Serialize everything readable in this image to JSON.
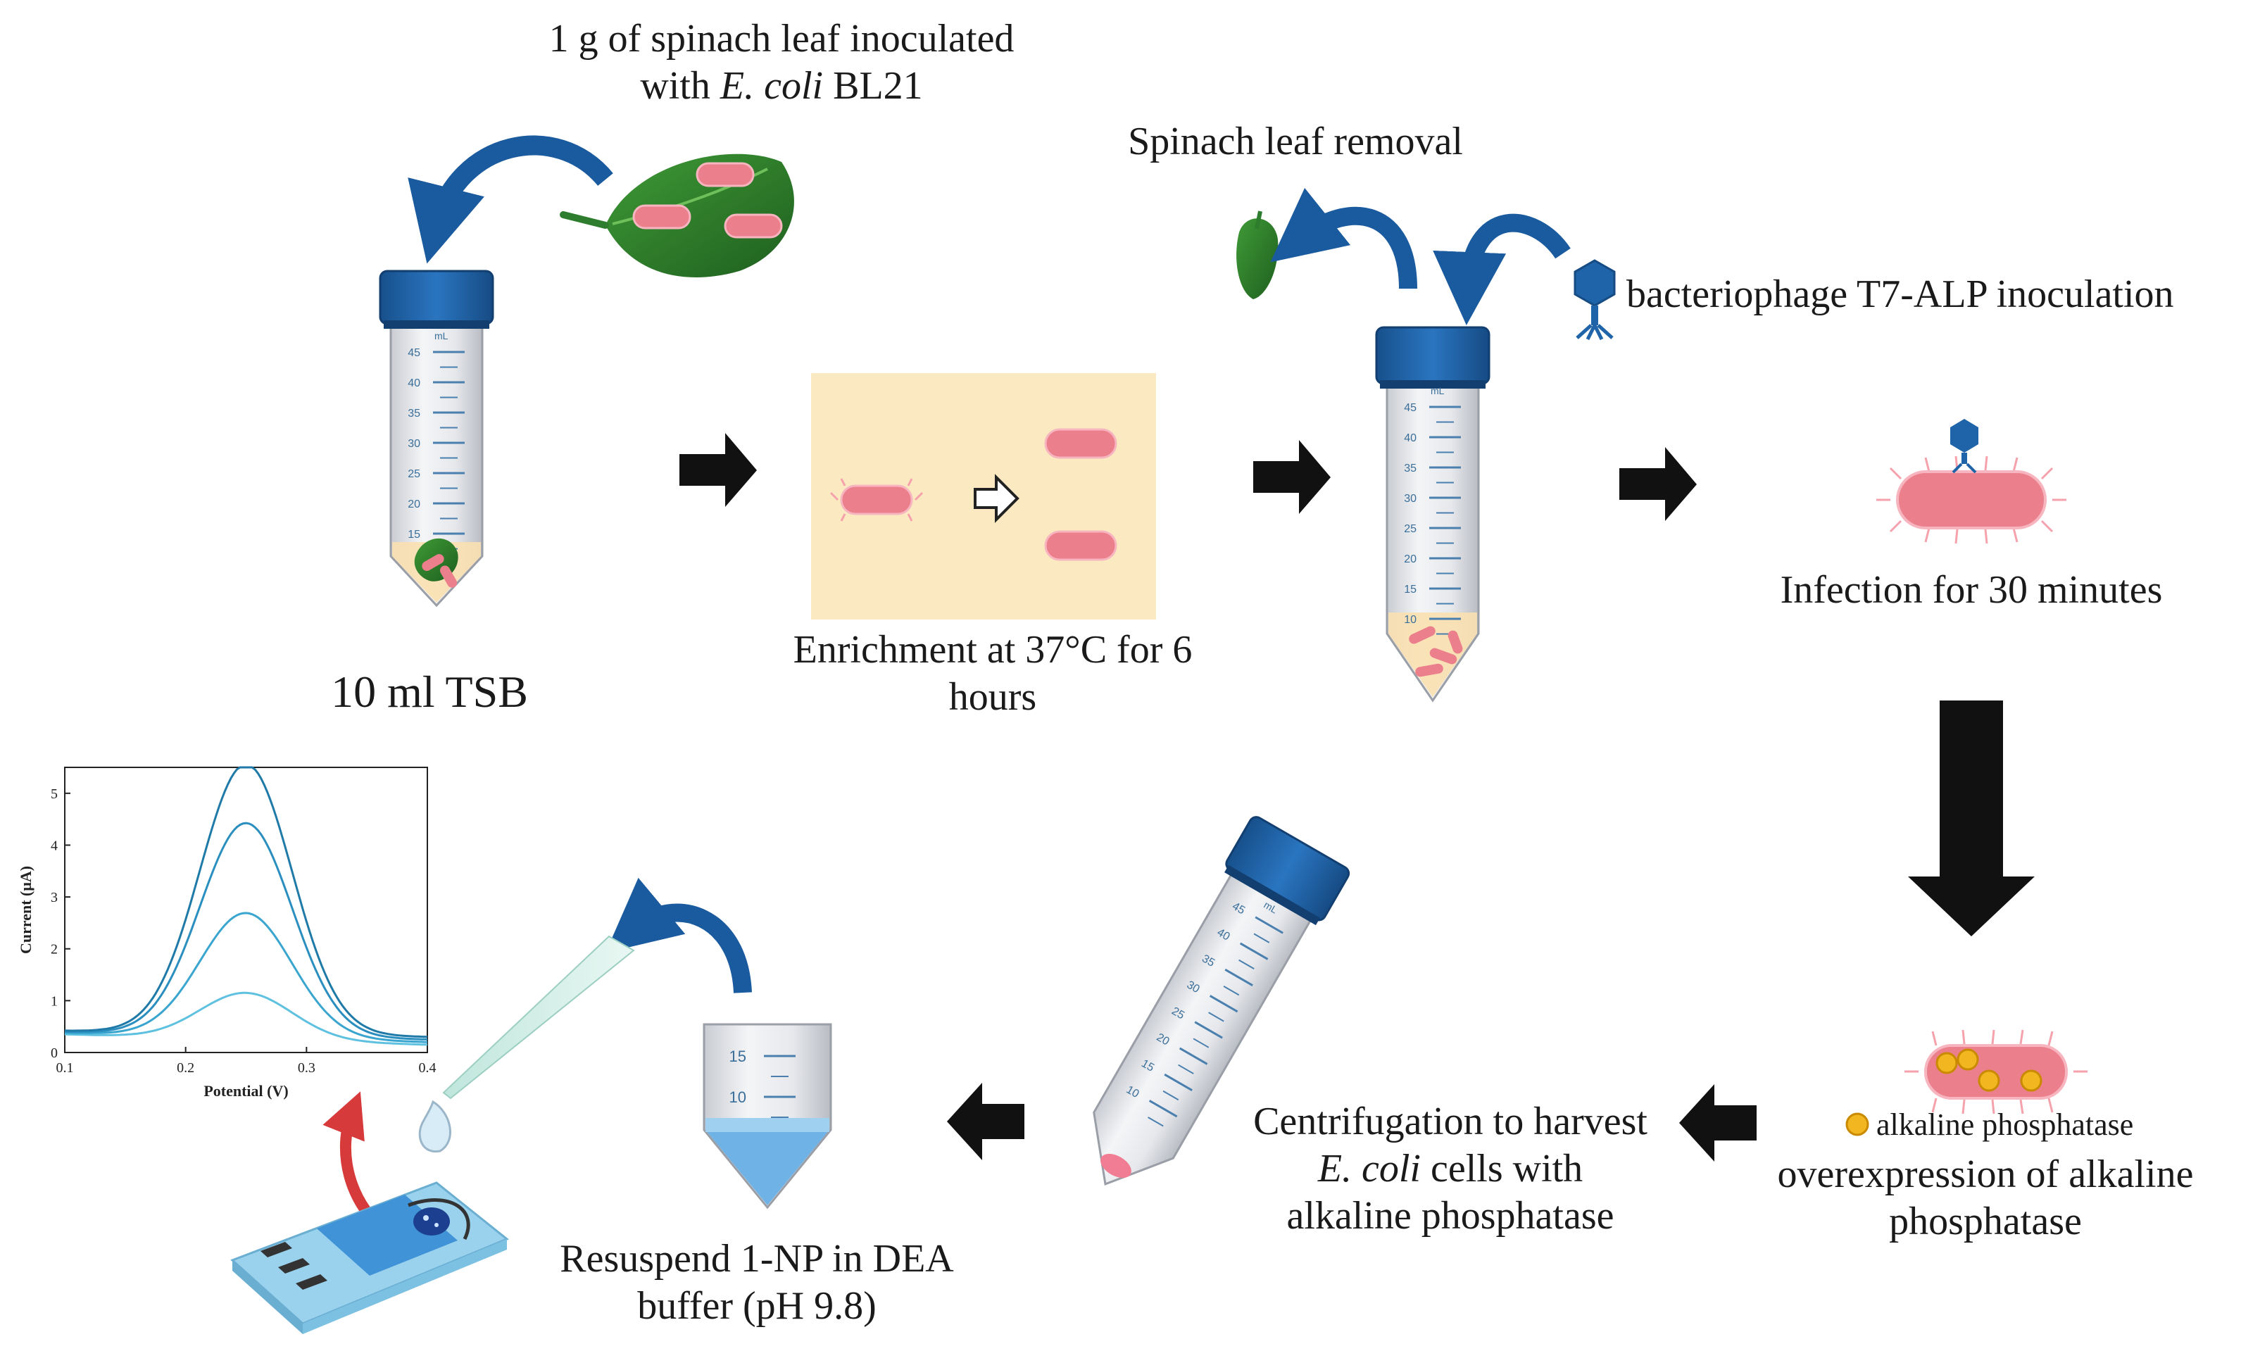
{
  "labels": {
    "inoculated_line1": "1 g of spinach leaf inoculated",
    "inoculated_line2_pre": "with",
    "inoculated_line2_italic": "E. coli",
    "inoculated_line2_post": "BL21",
    "tsb": "10 ml TSB",
    "enrichment_line1": "Enrichment at 37°C for 6",
    "enrichment_line2": "hours",
    "leaf_removal": "Spinach leaf removal",
    "phage_inoculation": "bacteriophage T7-ALP inoculation",
    "infection": "Infection for 30 minutes",
    "alp_legend": "alkaline phosphatase",
    "overexpression_line1": "overexpression of alkaline",
    "overexpression_line2": "phosphatase",
    "centrifuge_line1": "Centrifugation to harvest",
    "centrifuge_line2_italic": "E. coli",
    "centrifuge_line2_post": "cells with",
    "centrifuge_line3": "alkaline phosphatase",
    "resuspend_line1": "Resuspend 1-NP in DEA",
    "resuspend_line2": "buffer (pH 9.8)"
  },
  "tubes": {
    "tube1_ticks": [
      "45",
      "40",
      "35",
      "30",
      "25",
      "20",
      "15"
    ],
    "tube2_ticks": [
      "45",
      "40",
      "35",
      "30",
      "25",
      "20",
      "15",
      "10"
    ],
    "tube3_ticks": [
      "45",
      "40",
      "35",
      "30",
      "25",
      "20",
      "15",
      "10"
    ],
    "tube_cut_ticks": [
      "15",
      "10"
    ],
    "unit": "mL"
  },
  "colors": {
    "cap_blue": "#1f63a8",
    "arrow_blue": "#1a5a9e",
    "bacteria_pink": "#ec7f8c",
    "enrich_bg": "#fbe9c1",
    "leaf_green": "#2e7d2e",
    "alp_yellow": "#f2b720",
    "trace_blue": "#2a8fbf",
    "red_arrow": "#d63a3a"
  },
  "chart_data": {
    "type": "line",
    "title": "",
    "xlabel": "Potential (V)",
    "ylabel": "Current (μA)",
    "xlim": [
      0.1,
      0.4
    ],
    "ylim": [
      0,
      5.5
    ],
    "xticks": [
      "0.1",
      "0.2",
      "0.3",
      "0.4"
    ],
    "yticks": [
      "0",
      "1",
      "2",
      "3",
      "4",
      "5"
    ],
    "grid": false,
    "series": [
      {
        "peak_x": 0.25,
        "peak_y": 0.9,
        "baseline_start": 0.35,
        "baseline_end": 0.15
      },
      {
        "peak_x": 0.25,
        "peak_y": 2.4,
        "baseline_start": 0.38,
        "baseline_end": 0.2
      },
      {
        "peak_x": 0.25,
        "peak_y": 4.1,
        "baseline_start": 0.4,
        "baseline_end": 0.25
      },
      {
        "peak_x": 0.25,
        "peak_y": 5.2,
        "baseline_start": 0.42,
        "baseline_end": 0.3
      }
    ]
  }
}
